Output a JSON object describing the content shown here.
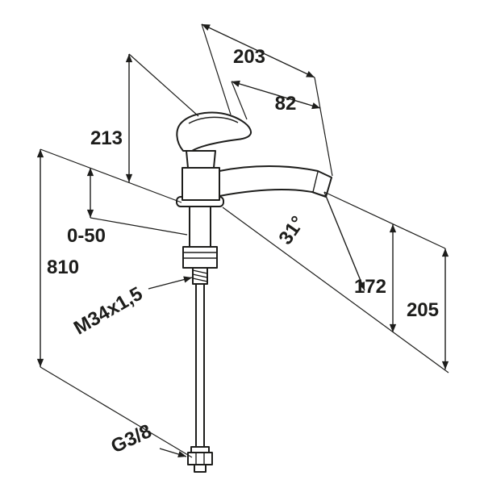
{
  "page": {
    "background": "#ffffff",
    "stroke_color": "#1d1d1b"
  },
  "drawing": {
    "kind": "technical-dimension-drawing",
    "subject": "single-lever-sink-mixer-faucet",
    "labels": {
      "spout_reach": "203",
      "outlet_offset": "82",
      "body_height": "213",
      "mounting_range": "0-50",
      "hose_length": "810",
      "thread_size": "M34x1,5",
      "spout_angle": "31°",
      "outlet_height": "172",
      "spout_height": "205",
      "connection_thread": "G3/8"
    }
  }
}
